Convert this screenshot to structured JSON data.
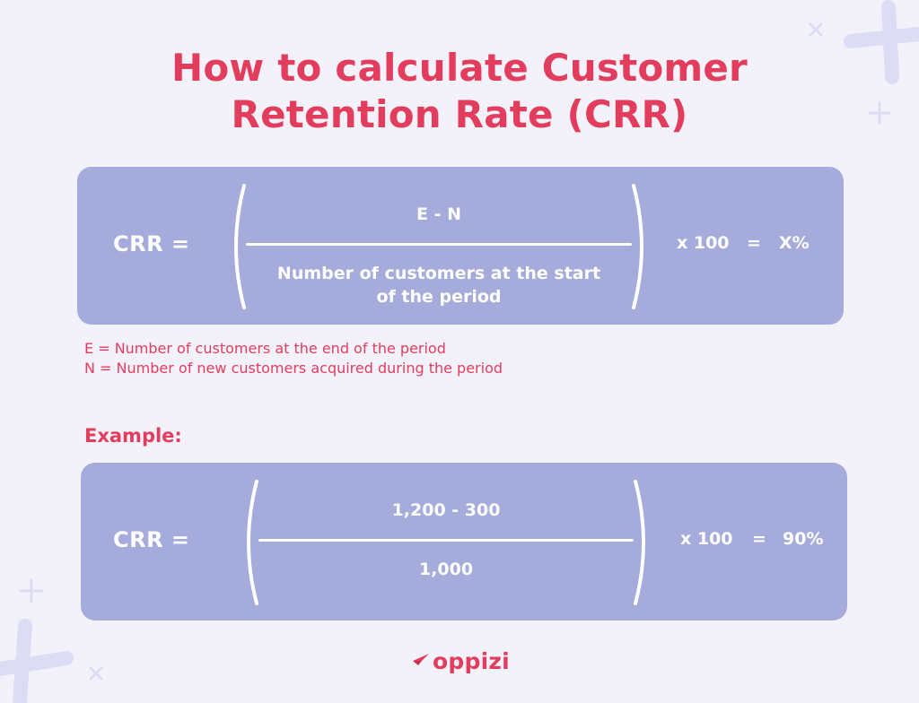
{
  "title": {
    "line1": "How to calculate Customer",
    "line2": "Retention Rate (CRR)"
  },
  "general_formula": {
    "lhs": "CRR =",
    "numerator": "E - N",
    "denominator_line1": "Number of customers at the start",
    "denominator_line2": "of the period",
    "multiplier": "x 100",
    "equals": "=",
    "result": "X%"
  },
  "definitions": [
    "E = Number of customers at the end of the period",
    "N = Number of new customers acquired during the period"
  ],
  "example": {
    "heading": "Example:",
    "lhs": "CRR =",
    "numerator": "1,200 - 300",
    "denominator": "1,000",
    "multiplier": "x 100",
    "equals": "=",
    "result": "90%"
  },
  "brand": {
    "name": "oppizi",
    "icon": "oppizi-logo-icon"
  },
  "colors": {
    "accent": "#e23d5d",
    "card": "#a5abdb",
    "background": "#f3f2fb",
    "decoration": "#dcdcf5",
    "text_on_card": "#ffffff"
  }
}
